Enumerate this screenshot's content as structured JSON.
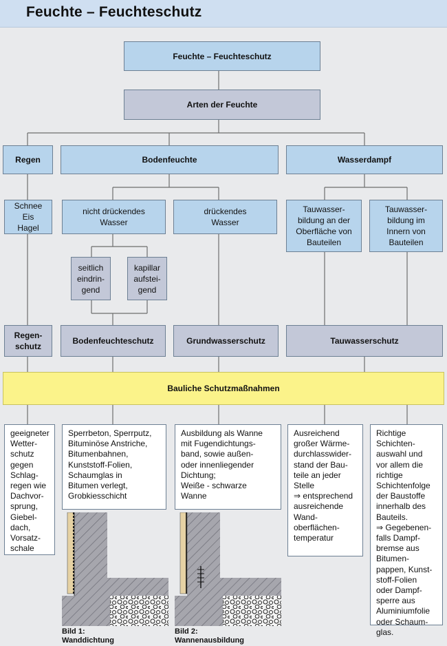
{
  "header": {
    "title": "Feuchte – Feuchteschutz"
  },
  "root": "Feuchte – Feuchteschutz",
  "types": "Arten der Feuchte",
  "categories": {
    "rain": "Regen",
    "ground": "Bodenfeuchte",
    "vapor": "Wasserdampf"
  },
  "rain_sub": "Schnee\nEis\nHagel",
  "ground_sub": {
    "non_pressing": "nicht drückendes\nWasser",
    "pressing": "drückendes\nWasser",
    "lateral": "seitlich\neindrin-\ngend",
    "capillary": "kapillar\naufstei-\ngend"
  },
  "vapor_sub": {
    "surface": "Tauwasser-\nbildung an der\nOberfläche von\nBauteilen",
    "inner": "Tauwasser-\nbildung im\nInnern von\nBauteilen"
  },
  "protection": {
    "rain": "Regen-\nschutz",
    "ground": "Bodenfeuchteschutz",
    "groundwater": "Grundwasserschutz",
    "condensation": "Tauwasserschutz"
  },
  "measures": "Bauliche Schutzmaßnahmen",
  "texts": {
    "rain": "geeigneter\nWetter-\nschutz\ngegen\nSchlag-\nregen wie\nDachvor-\nsprung,\nGiebel-\ndach,\nVorsatz-\nschale",
    "ground": "Sperrbeton, Sperrputz,\nBituminöse Anstriche,\nBitumenbahnen,\nKunststoff-Folien,\nSchaumglas in\nBitumen verlegt,\nGrobkiesschicht",
    "groundwater": "Ausbildung als Wanne\nmit Fugendichtungs-\nband, sowie außen-\noder innenliegender\nDichtung;\nWeiße - schwarze\nWanne",
    "surface": "Ausreichend\ngroßer Wärme-\ndurchlasswider-\nstand der Bau-\nteile an jeder\nStelle\n⇒ entsprechend\nausreichende\nWand-\noberflächen-\ntemperatur",
    "inner": "Richtige\nSchichten-\nauswahl und\nvor allem die\nrichtige\nSchichtenfolge\nder Baustoffe\ninnerhalb des\nBauteils.\n⇒ Gegebenen-\nfalls Dampf-\nbremse aus\nBitumen-\npappen, Kunst-\nstoff-Folien\noder Dampf-\nsperre aus\nAluminiumfolie\noder Schaum-\nglas."
  },
  "figures": {
    "fig1": "Bild 1:\nWanddichtung",
    "fig2": "Bild 2:\nWannenausbildung"
  }
}
